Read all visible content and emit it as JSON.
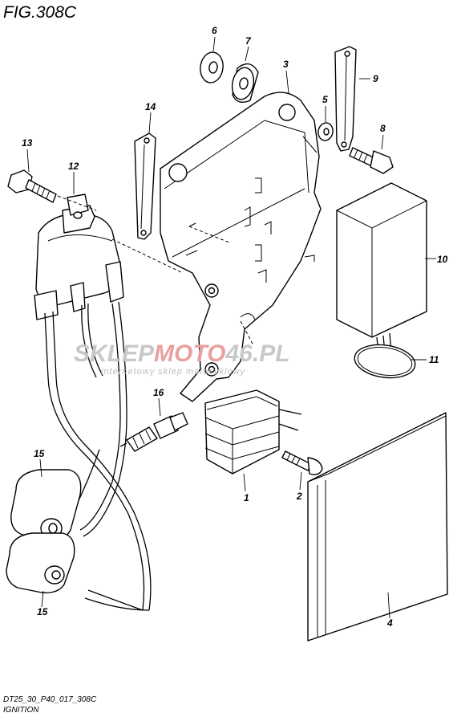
{
  "figure": {
    "title": "FIG.308C",
    "code": "DT25_30_P40_017_308C",
    "name": "IGNITION"
  },
  "watermark": {
    "brand_part1": "SKLEP",
    "brand_part2": "MOTO",
    "brand_part3": "46.PL",
    "tagline": "internetowy sklep motocyklowy",
    "colors": {
      "gray": "#c8c8c8",
      "red": "#e8a0a0"
    }
  },
  "parts": [
    {
      "number": "1",
      "description": ""
    },
    {
      "number": "2",
      "description": ""
    },
    {
      "number": "3",
      "description": ""
    },
    {
      "number": "4",
      "description": ""
    },
    {
      "number": "5",
      "description": ""
    },
    {
      "number": "6",
      "description": ""
    },
    {
      "number": "7",
      "description": ""
    },
    {
      "number": "8",
      "description": ""
    },
    {
      "number": "9",
      "description": ""
    },
    {
      "number": "10",
      "description": ""
    },
    {
      "number": "11",
      "description": ""
    },
    {
      "number": "12",
      "description": ""
    },
    {
      "number": "13",
      "description": ""
    },
    {
      "number": "14",
      "description": ""
    },
    {
      "number": "15",
      "description": ""
    },
    {
      "number": "16",
      "description": ""
    }
  ],
  "callouts": {
    "c1": "1",
    "c2": "2",
    "c3": "3",
    "c4": "4",
    "c5": "5",
    "c6": "6",
    "c7": "7",
    "c8": "8",
    "c9": "9",
    "c10": "10",
    "c11": "11",
    "c12": "12",
    "c13": "13",
    "c14": "14",
    "c15a": "15",
    "c15b": "15",
    "c16": "16"
  }
}
